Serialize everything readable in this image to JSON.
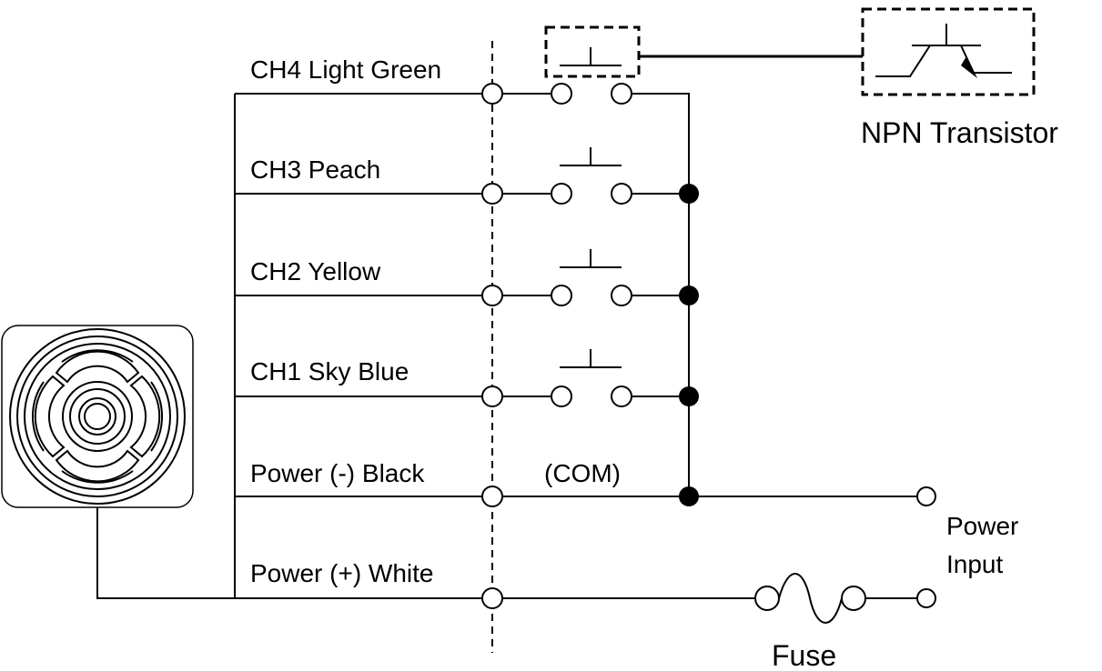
{
  "wires": {
    "ch4": "CH4 Light Green",
    "ch3": "CH3 Peach",
    "ch2": "CH2 Yellow",
    "ch1": "CH1 Sky Blue",
    "power_neg": "Power (-) Black",
    "power_pos": "Power (+) White"
  },
  "labels": {
    "com": "(COM)",
    "transistor": "NPN Transistor",
    "power_input_line1": "Power",
    "power_input_line2": "Input",
    "fuse": "Fuse"
  }
}
